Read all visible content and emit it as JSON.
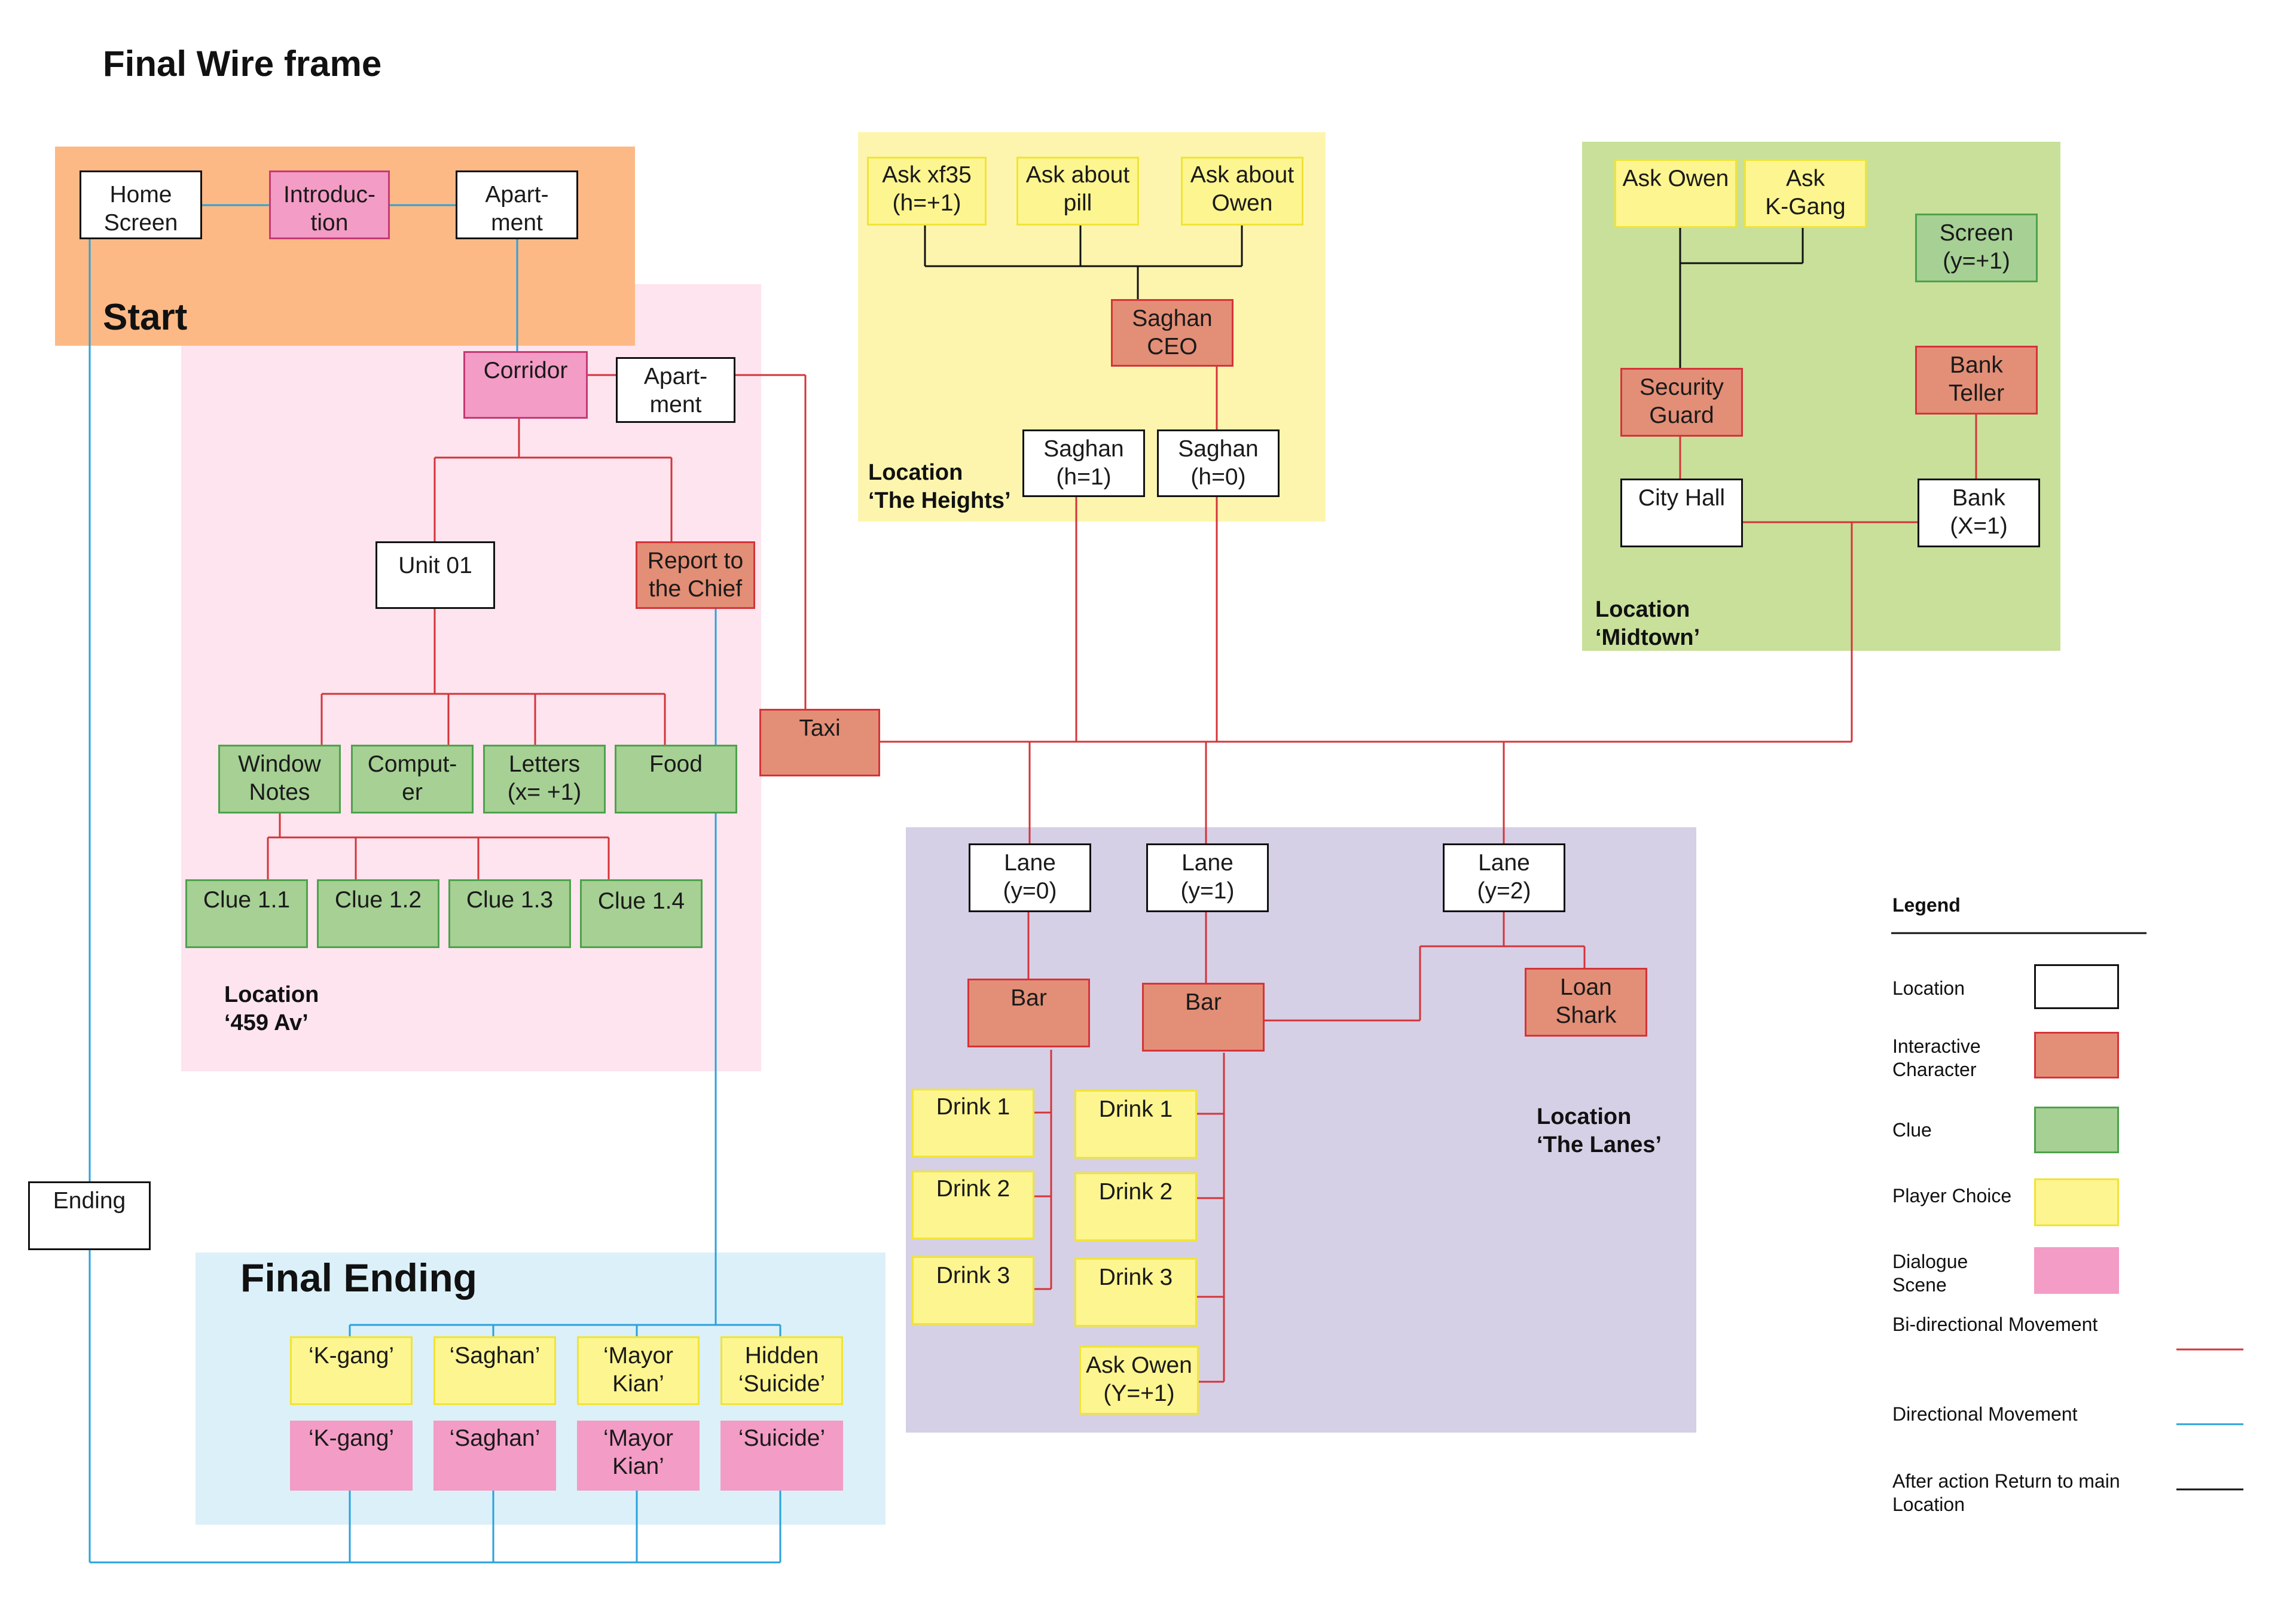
{
  "title": "Final Wire frame",
  "regions": {
    "start": "Start",
    "final_ending": "Final Ending",
    "av459": "Location\n‘459 Av’",
    "heights": "Location\n‘The Heights’",
    "midtown": "Location\n‘Midtown’",
    "lanes": "Location\n‘The Lanes’"
  },
  "nodes": {
    "home_screen": "Home\nScreen",
    "introduction": "Introduc-\ntion",
    "apartment_start": "Apart-\nment",
    "corridor": "Corridor",
    "apartment_459": "Apart-\nment",
    "unit01": "Unit 01",
    "report_chief": "Report to\nthe Chief",
    "window_notes": "Window\nNotes",
    "computer": "Comput-\ner",
    "letters": "Letters\n(x= +1)",
    "food": "Food",
    "clue11": "Clue 1.1",
    "clue12": "Clue 1.2",
    "clue13": "Clue 1.3",
    "clue14": "Clue 1.4",
    "taxi": "Taxi",
    "ending": "Ending",
    "ask_xf35": "Ask xf35\n(h=+1)",
    "ask_pill": "Ask about\npill",
    "ask_owen_heights": "Ask about\nOwen",
    "saghan_ceo": "Saghan\nCEO",
    "saghan_h1": "Saghan\n(h=1)",
    "saghan_h0": "Saghan\n(h=0)",
    "ask_owen_midtown": "Ask Owen",
    "ask_kgang": "Ask\nK-Gang",
    "screen": "Screen\n(y=+1)",
    "security_guard": "Security\nGuard",
    "bank_teller": "Bank\nTeller",
    "city_hall": "City Hall",
    "bank": "Bank\n(X=1)",
    "lane0": "Lane\n(y=0)",
    "lane1": "Lane\n(y=1)",
    "lane2": "Lane\n(y=2)",
    "bar_a": "Bar",
    "bar_b": "Bar",
    "loan_shark": "Loan\nShark",
    "drink_a1": "Drink 1",
    "drink_a2": "Drink 2",
    "drink_a3": "Drink 3",
    "drink_b1": "Drink 1",
    "drink_b2": "Drink 2",
    "drink_b3": "Drink 3",
    "ask_owen_lanes": "Ask Owen\n(Y=+1)",
    "choice_kgang": "‘K-gang’",
    "choice_saghan": "‘Saghan’",
    "choice_mayor": "‘Mayor\nKian’",
    "choice_hidden": "Hidden\n‘Suicide’",
    "scene_kgang": "‘K-gang’",
    "scene_saghan": "‘Saghan’",
    "scene_mayor": "‘Mayor\nKian’",
    "scene_suicide": "‘Suicide’"
  },
  "legend": {
    "title": "Legend",
    "location": "Location",
    "interactive_character": "Interactive\nCharacter",
    "clue": "Clue",
    "player_choice": "Player Choice",
    "dialogue_scene": "Dialogue\nScene",
    "bidirectional": "Bi-directional Movement",
    "directional": "Directional Movement",
    "return_main": "After action Return to main\nLocation"
  },
  "colors": {
    "start_region": "#fdb985",
    "av459_region": "#fde4ee",
    "heights_region": "#fdf5ae",
    "midtown_region": "#c8e09a",
    "lanes_region": "#d6d0e6",
    "final_region": "#dcf0f9",
    "red_line": "#d4343a",
    "blue_line": "#2aa2dc",
    "black_line": "#111111"
  }
}
